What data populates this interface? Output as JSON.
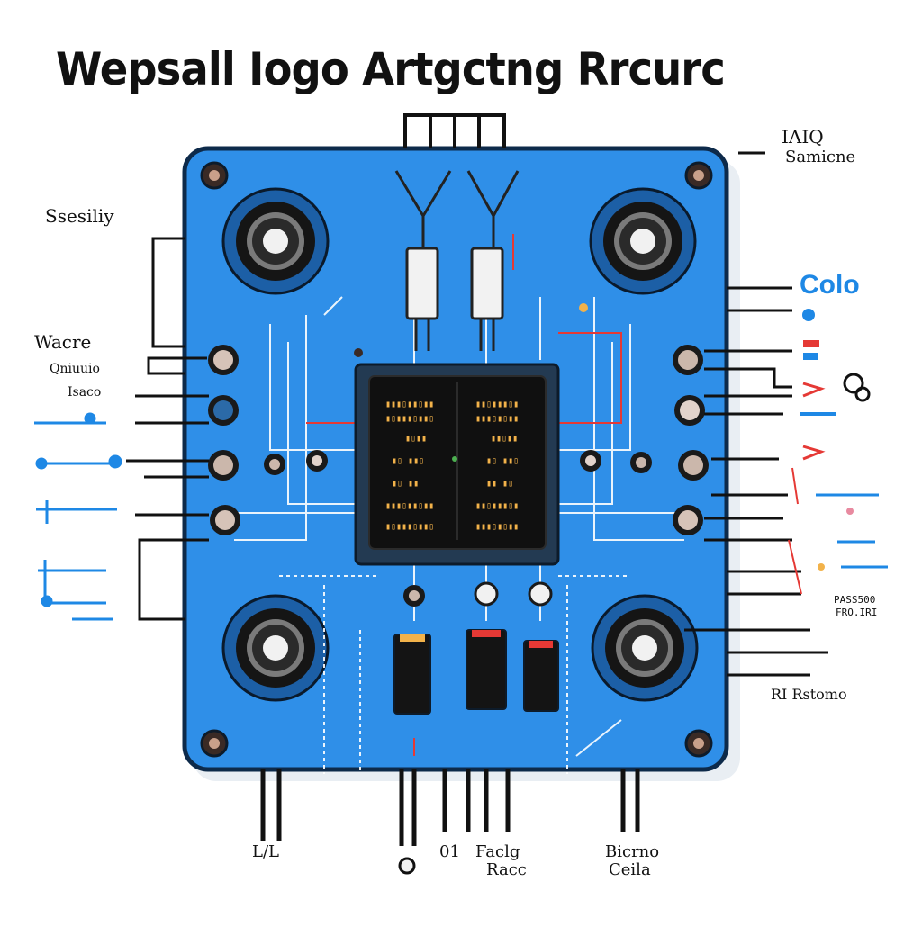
{
  "title": "Wepsall Iogo Artgctng Rrcurc",
  "colors": {
    "board": "#2f8fe8",
    "board_edge": "#0d2a4a",
    "chip": "#101010",
    "chip_text": "#f2b24a",
    "wire": "#111111",
    "trace": "#ffffff",
    "accent_blue": "#1e88e5",
    "accent_red": "#e53935"
  },
  "labels": {
    "top_right_1": "IAIQ",
    "top_right_2": "Samicne",
    "left_1": "Ssesiliy",
    "left_2": "Wacre",
    "left_3": "Qniuuio",
    "left_4": "Isaco",
    "right_blue": "Colo",
    "right_small_1": "PASS500",
    "right_small_2": "FRO.IRI",
    "right_bottom": "RI Rstomo",
    "bottom_1": "L/L",
    "bottom_2": "01",
    "bottom_3": "Faclg",
    "bottom_4": "Racc",
    "bottom_5": "Bicrno",
    "bottom_6": "Ceila"
  },
  "icons": [
    "speaker-icon",
    "knob-icon",
    "screw-hole-icon",
    "connector-pin-icon",
    "resistor-icon",
    "capacitor-icon",
    "led-icon"
  ]
}
